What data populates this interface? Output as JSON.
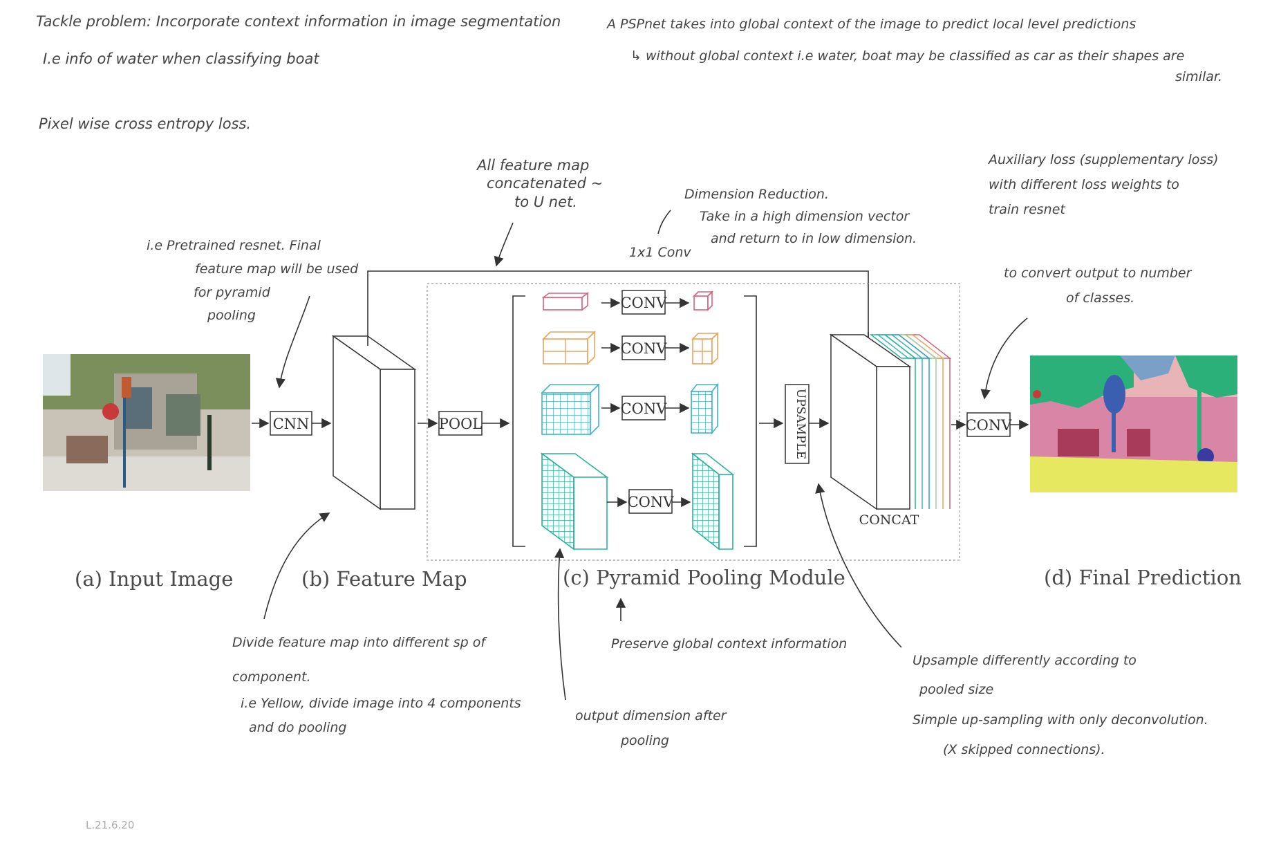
{
  "notes": {
    "tackle_problem": "Tackle problem: Incorporate context information in image segmentation",
    "ie_info_water": "I.e info of water when classifying boat",
    "pixel_loss": "Pixel wise cross entropy loss.",
    "pspnet_line1": "A PSPnet takes into global context of the image to predict local level predictions",
    "pspnet_line2": "↳ without global context i.e water, boat may be classified as car as their shapes are",
    "pspnet_line3": "similar.",
    "all_feature_map": [
      "All feature map",
      "concatenated ~",
      "to U net."
    ],
    "dimension_reduction": [
      "Dimension Reduction.",
      "Take in a high dimension vector",
      "and return to in low dimension."
    ],
    "conv_1x1": "1x1 Conv",
    "auxiliary_loss": [
      "Auxiliary loss (supplementary loss)",
      "with different loss weights to",
      "train resnet"
    ],
    "convert_output": [
      "to convert output to number",
      "of classes."
    ],
    "pretrained_resnet": [
      "i.e Pretrained resnet. Final",
      "feature map will be used",
      "for pyramid",
      "pooling"
    ],
    "divide_feature_map": [
      "Divide feature map into different sp of",
      "component.",
      "",
      "i.e Yellow, divide image into 4 components",
      "and do pooling"
    ],
    "preserve_global": "Preserve global context information",
    "output_dimension": [
      "output dimension after",
      "pooling"
    ],
    "upsample_note": [
      "Upsample differently according to",
      "pooled size",
      "Simple up-sampling with only deconvolution.",
      "(X skipped connections)."
    ],
    "date": "L.21.6.20"
  },
  "diagram": {
    "cnn_label": "CNN",
    "pool_label": "POOL",
    "conv_label": "CONV",
    "upsample_label": "UPSAMPLE",
    "concat_label": "CONCAT",
    "final_conv_label": "CONV",
    "pyramid_colors": [
      "#d9607a",
      "#e9a45a",
      "#3fb3c9",
      "#29b39a"
    ],
    "concat_colors": [
      "#29b39a",
      "#3fb3c9",
      "#2aa0c8",
      "#9fd0a0",
      "#e9a45a",
      "#d9607a"
    ]
  },
  "captions": {
    "a": "(a) Input Image",
    "b": "(b) Feature Map",
    "c": "(c) Pyramid Pooling Module",
    "d": "(d) Final Prediction"
  }
}
